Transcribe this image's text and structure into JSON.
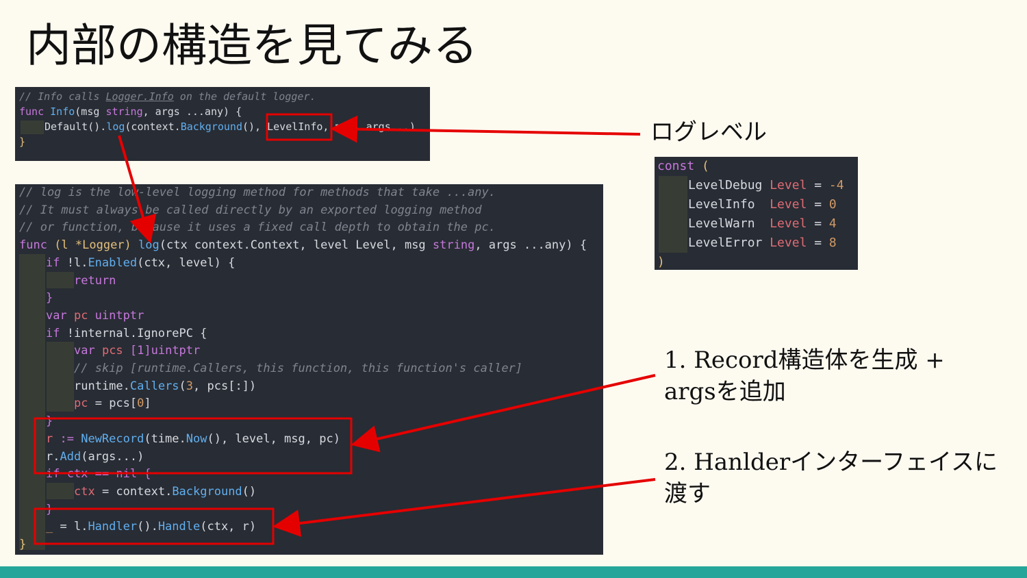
{
  "slide": {
    "title": "内部の構造を見てみる"
  },
  "snippet_info": {
    "comment_prefix": "// Info calls ",
    "comment_link": "Logger.Info",
    "comment_suffix": " on the default logger.",
    "sig_func": "func ",
    "sig_name": "Info",
    "sig_rest_a": "(msg ",
    "sig_type": "string",
    "sig_rest_b": ", args ...any) {",
    "body_a": "Default().",
    "body_log": "log",
    "body_b": "(context.",
    "body_bg": "Background",
    "body_c": "(), LevelInfo, msg, args...)",
    "close": "}"
  },
  "snippet_log": {
    "c1": "// log is the low-level logging method for methods that take ...any.",
    "c2": "// It must always be called directly by an exported logging method",
    "c3": "// or function, because it uses a fixed call depth to obtain the pc.",
    "sig_func": "func ",
    "sig_recv": "(l *Logger) ",
    "sig_name": "log",
    "sig_params_a": "(ctx context.Context, level Level, msg ",
    "sig_type": "string",
    "sig_params_b": ", args ...any) {",
    "if1_kw": "if ",
    "if1_a": "!l.",
    "if1_fn": "Enabled",
    "if1_b": "(ctx, level) {",
    "ret": "return",
    "rb1": "}",
    "var_kw": "var ",
    "var_name": "pc ",
    "var_type": "uintptr",
    "if2_kw": "if ",
    "if2_a": "!internal.IgnorePC {",
    "var2_kw": "var ",
    "var2_name": "pcs ",
    "var2_type": "[1]uintptr",
    "skip": "// skip [runtime.Callers, this function, this function's caller]",
    "rt_a": "runtime.",
    "rt_fn": "Callers",
    "rt_num": "3",
    "rt_b": ", pcs[:])",
    "pc_var": "pc ",
    "pc_a": "= pcs[",
    "pc_num": "0",
    "pc_b": "]",
    "rb2": "}",
    "r_var": "r ",
    "r_a": ":= ",
    "r_fn": "NewRecord",
    "r_b": "(time.",
    "r_now": "Now",
    "r_c": "(), level, msg, pc)",
    "add_a": "r.",
    "add_fn": "Add",
    "add_b": "(args...)",
    "if3": "if ctx == nil {",
    "ctx_var": "ctx ",
    "ctx_a": "= context.",
    "ctx_fn": "Background",
    "ctx_b": "()",
    "rb3": "}",
    "h_us": "_ ",
    "h_a": "= l.",
    "h_fn": "Handler",
    "h_b": "().",
    "h_fn2": "Handle",
    "h_c": "(ctx, r)",
    "close": "}"
  },
  "snippet_const": {
    "open_kw": "const ",
    "open_p": "(",
    "rows": [
      {
        "name": "LevelDebug ",
        "type": "Level",
        "eq": " = ",
        "val": "-4"
      },
      {
        "name": "LevelInfo  ",
        "type": "Level",
        "eq": " = ",
        "val": "0"
      },
      {
        "name": "LevelWarn  ",
        "type": "Level",
        "eq": " = ",
        "val": "4"
      },
      {
        "name": "LevelError ",
        "type": "Level",
        "eq": " = ",
        "val": "8"
      }
    ],
    "close": ")"
  },
  "annotations": {
    "log_level": "ログレベル",
    "step1_line1": "1. Record構造体を生成 +",
    "step1_line2": "argsを追加",
    "step2_line1": "2. Hanlderインターフェイスに",
    "step2_line2": "渡す"
  },
  "colors": {
    "background": "#fdfaf0",
    "editor_bg": "#282c34",
    "annotation_red": "#e50000",
    "footer": "#26a69a"
  }
}
